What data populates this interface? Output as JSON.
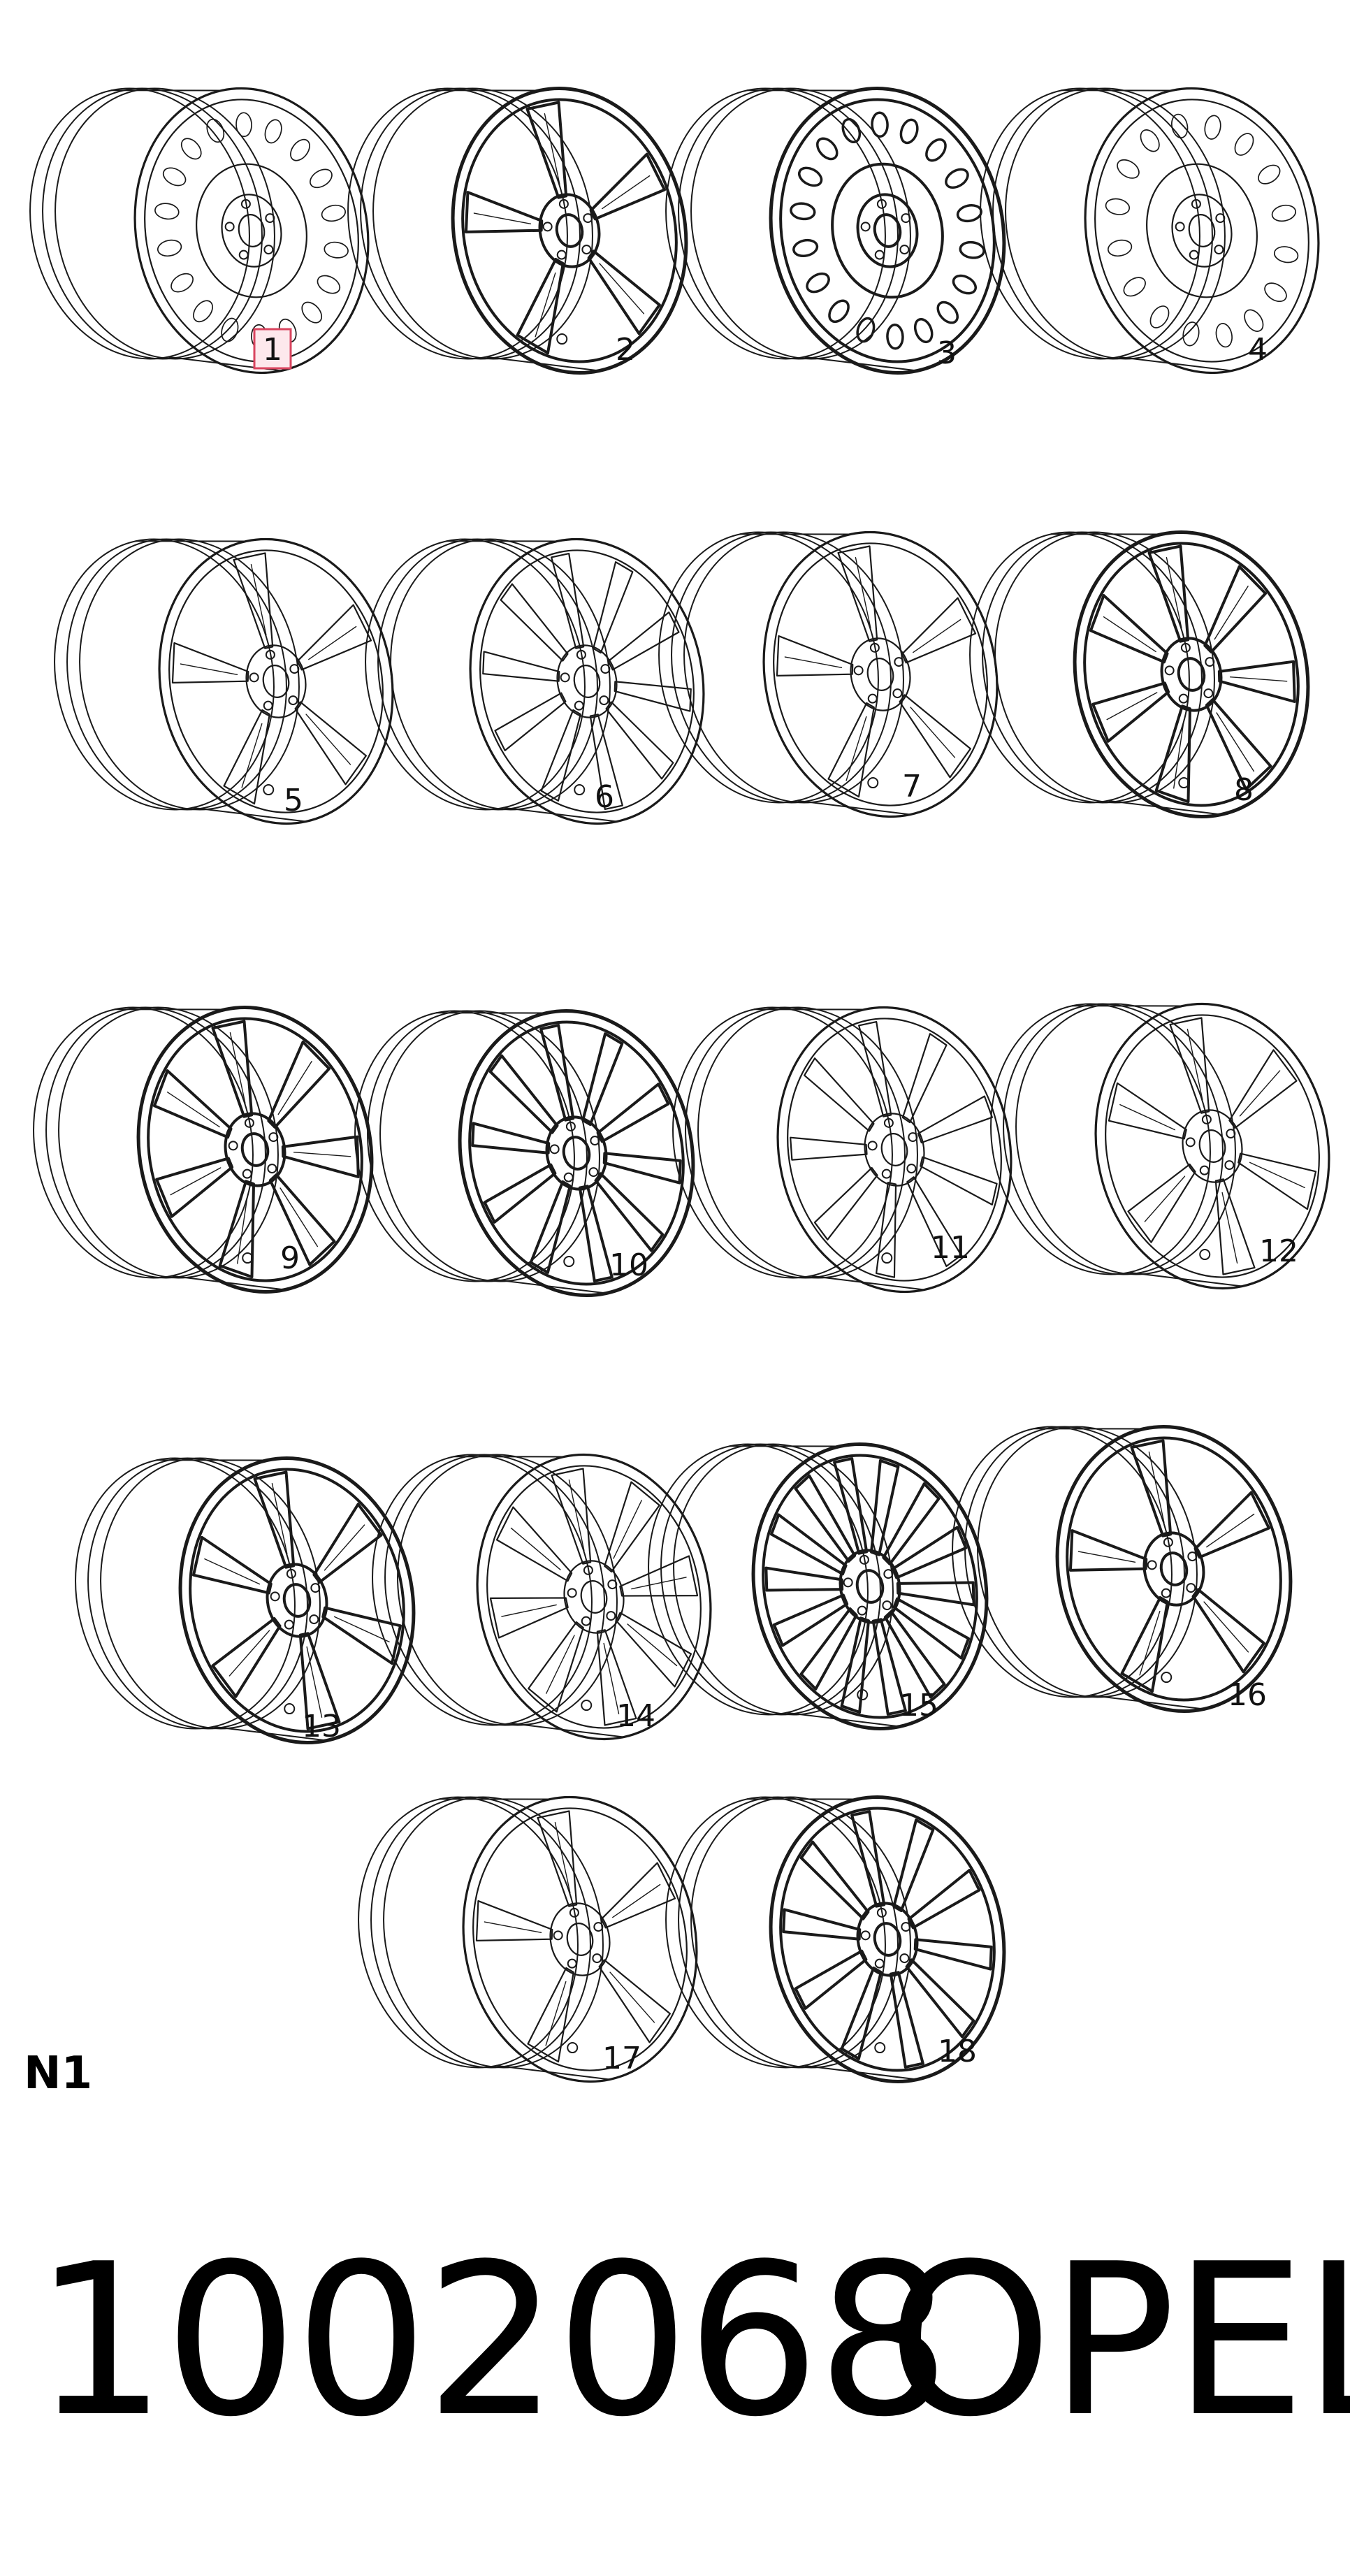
{
  "diagram": {
    "group_label": "N1",
    "part_number": "1002068",
    "brand": "OPEL",
    "highlighted_callout": "1",
    "wheels": [
      {
        "id": "1",
        "style": "steel",
        "holes": 18,
        "spokes": 0,
        "dark": false
      },
      {
        "id": "2",
        "style": "alloy",
        "holes": 0,
        "spokes": 5,
        "dark": true
      },
      {
        "id": "3",
        "style": "steel",
        "holes": 18,
        "spokes": 0,
        "dark": true
      },
      {
        "id": "4",
        "style": "steel",
        "holes": 16,
        "spokes": 0,
        "dark": false
      },
      {
        "id": "5",
        "style": "alloy",
        "holes": 0,
        "spokes": 5,
        "dark": false
      },
      {
        "id": "6",
        "style": "alloy",
        "holes": 0,
        "spokes": 10,
        "dark": false
      },
      {
        "id": "7",
        "style": "alloy",
        "holes": 0,
        "spokes": 5,
        "dark": false
      },
      {
        "id": "8",
        "style": "alloy",
        "holes": 0,
        "spokes": 7,
        "dark": true
      },
      {
        "id": "9",
        "style": "alloy",
        "holes": 0,
        "spokes": 7,
        "dark": true
      },
      {
        "id": "10",
        "style": "alloy",
        "holes": 0,
        "spokes": 10,
        "dark": true
      },
      {
        "id": "11",
        "style": "alloy",
        "holes": 0,
        "spokes": 9,
        "dark": false
      },
      {
        "id": "12",
        "style": "alloy",
        "holes": 0,
        "spokes": 6,
        "dark": false
      },
      {
        "id": "13",
        "style": "alloy",
        "holes": 0,
        "spokes": 6,
        "dark": true
      },
      {
        "id": "14",
        "style": "alloy",
        "holes": 0,
        "spokes": 8,
        "dark": false
      },
      {
        "id": "15",
        "style": "alloy",
        "holes": 0,
        "spokes": 14,
        "dark": true
      },
      {
        "id": "16",
        "style": "alloy",
        "holes": 0,
        "spokes": 5,
        "dark": true
      },
      {
        "id": "17",
        "style": "alloy",
        "holes": 0,
        "spokes": 5,
        "dark": false
      },
      {
        "id": "18",
        "style": "alloy",
        "holes": 0,
        "spokes": 10,
        "dark": true
      }
    ]
  },
  "colors": {
    "line": "#1a1a1a",
    "highlight_fill": "#fde8ec",
    "highlight_stroke": "#d9455f"
  }
}
